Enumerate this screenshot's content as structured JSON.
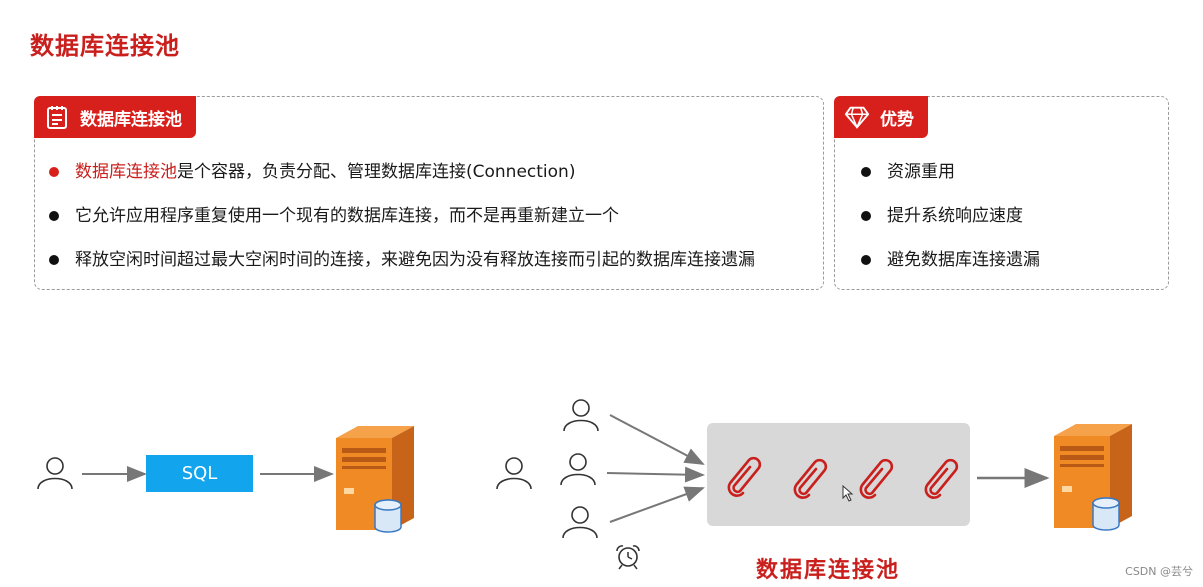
{
  "page_title": "数据库连接池",
  "left_card": {
    "tag_label": "数据库连接池",
    "bullets": [
      {
        "highlight": "数据库连接池",
        "text": "是个容器，负责分配、管理数据库连接(Connection)"
      },
      {
        "highlight": "",
        "text": "它允许应用程序重复使用一个现有的数据库连接，而不是再重新建立一个"
      },
      {
        "highlight": "",
        "text": "释放空闲时间超过最大空闲时间的连接，来避免因为没有释放连接而引起的数据库连接遗漏"
      }
    ]
  },
  "right_card": {
    "tag_label": "优势",
    "bullets": [
      "资源重用",
      "提升系统响应速度",
      "避免数据库连接遗漏"
    ]
  },
  "diagram": {
    "sql_label": "SQL",
    "pool_caption": "数据库连接池"
  },
  "watermark": "CSDN @芸兮",
  "colors": {
    "accent": "#d7201c",
    "sql_box": "#12a4ec",
    "server": "#f08a24",
    "pool_bg": "#d8d8d8"
  },
  "icons": [
    "notepad-icon",
    "diamond-icon",
    "user-icon",
    "server-icon",
    "database-icon",
    "paperclip-icon",
    "alarm-clock-icon",
    "cursor-icon"
  ]
}
